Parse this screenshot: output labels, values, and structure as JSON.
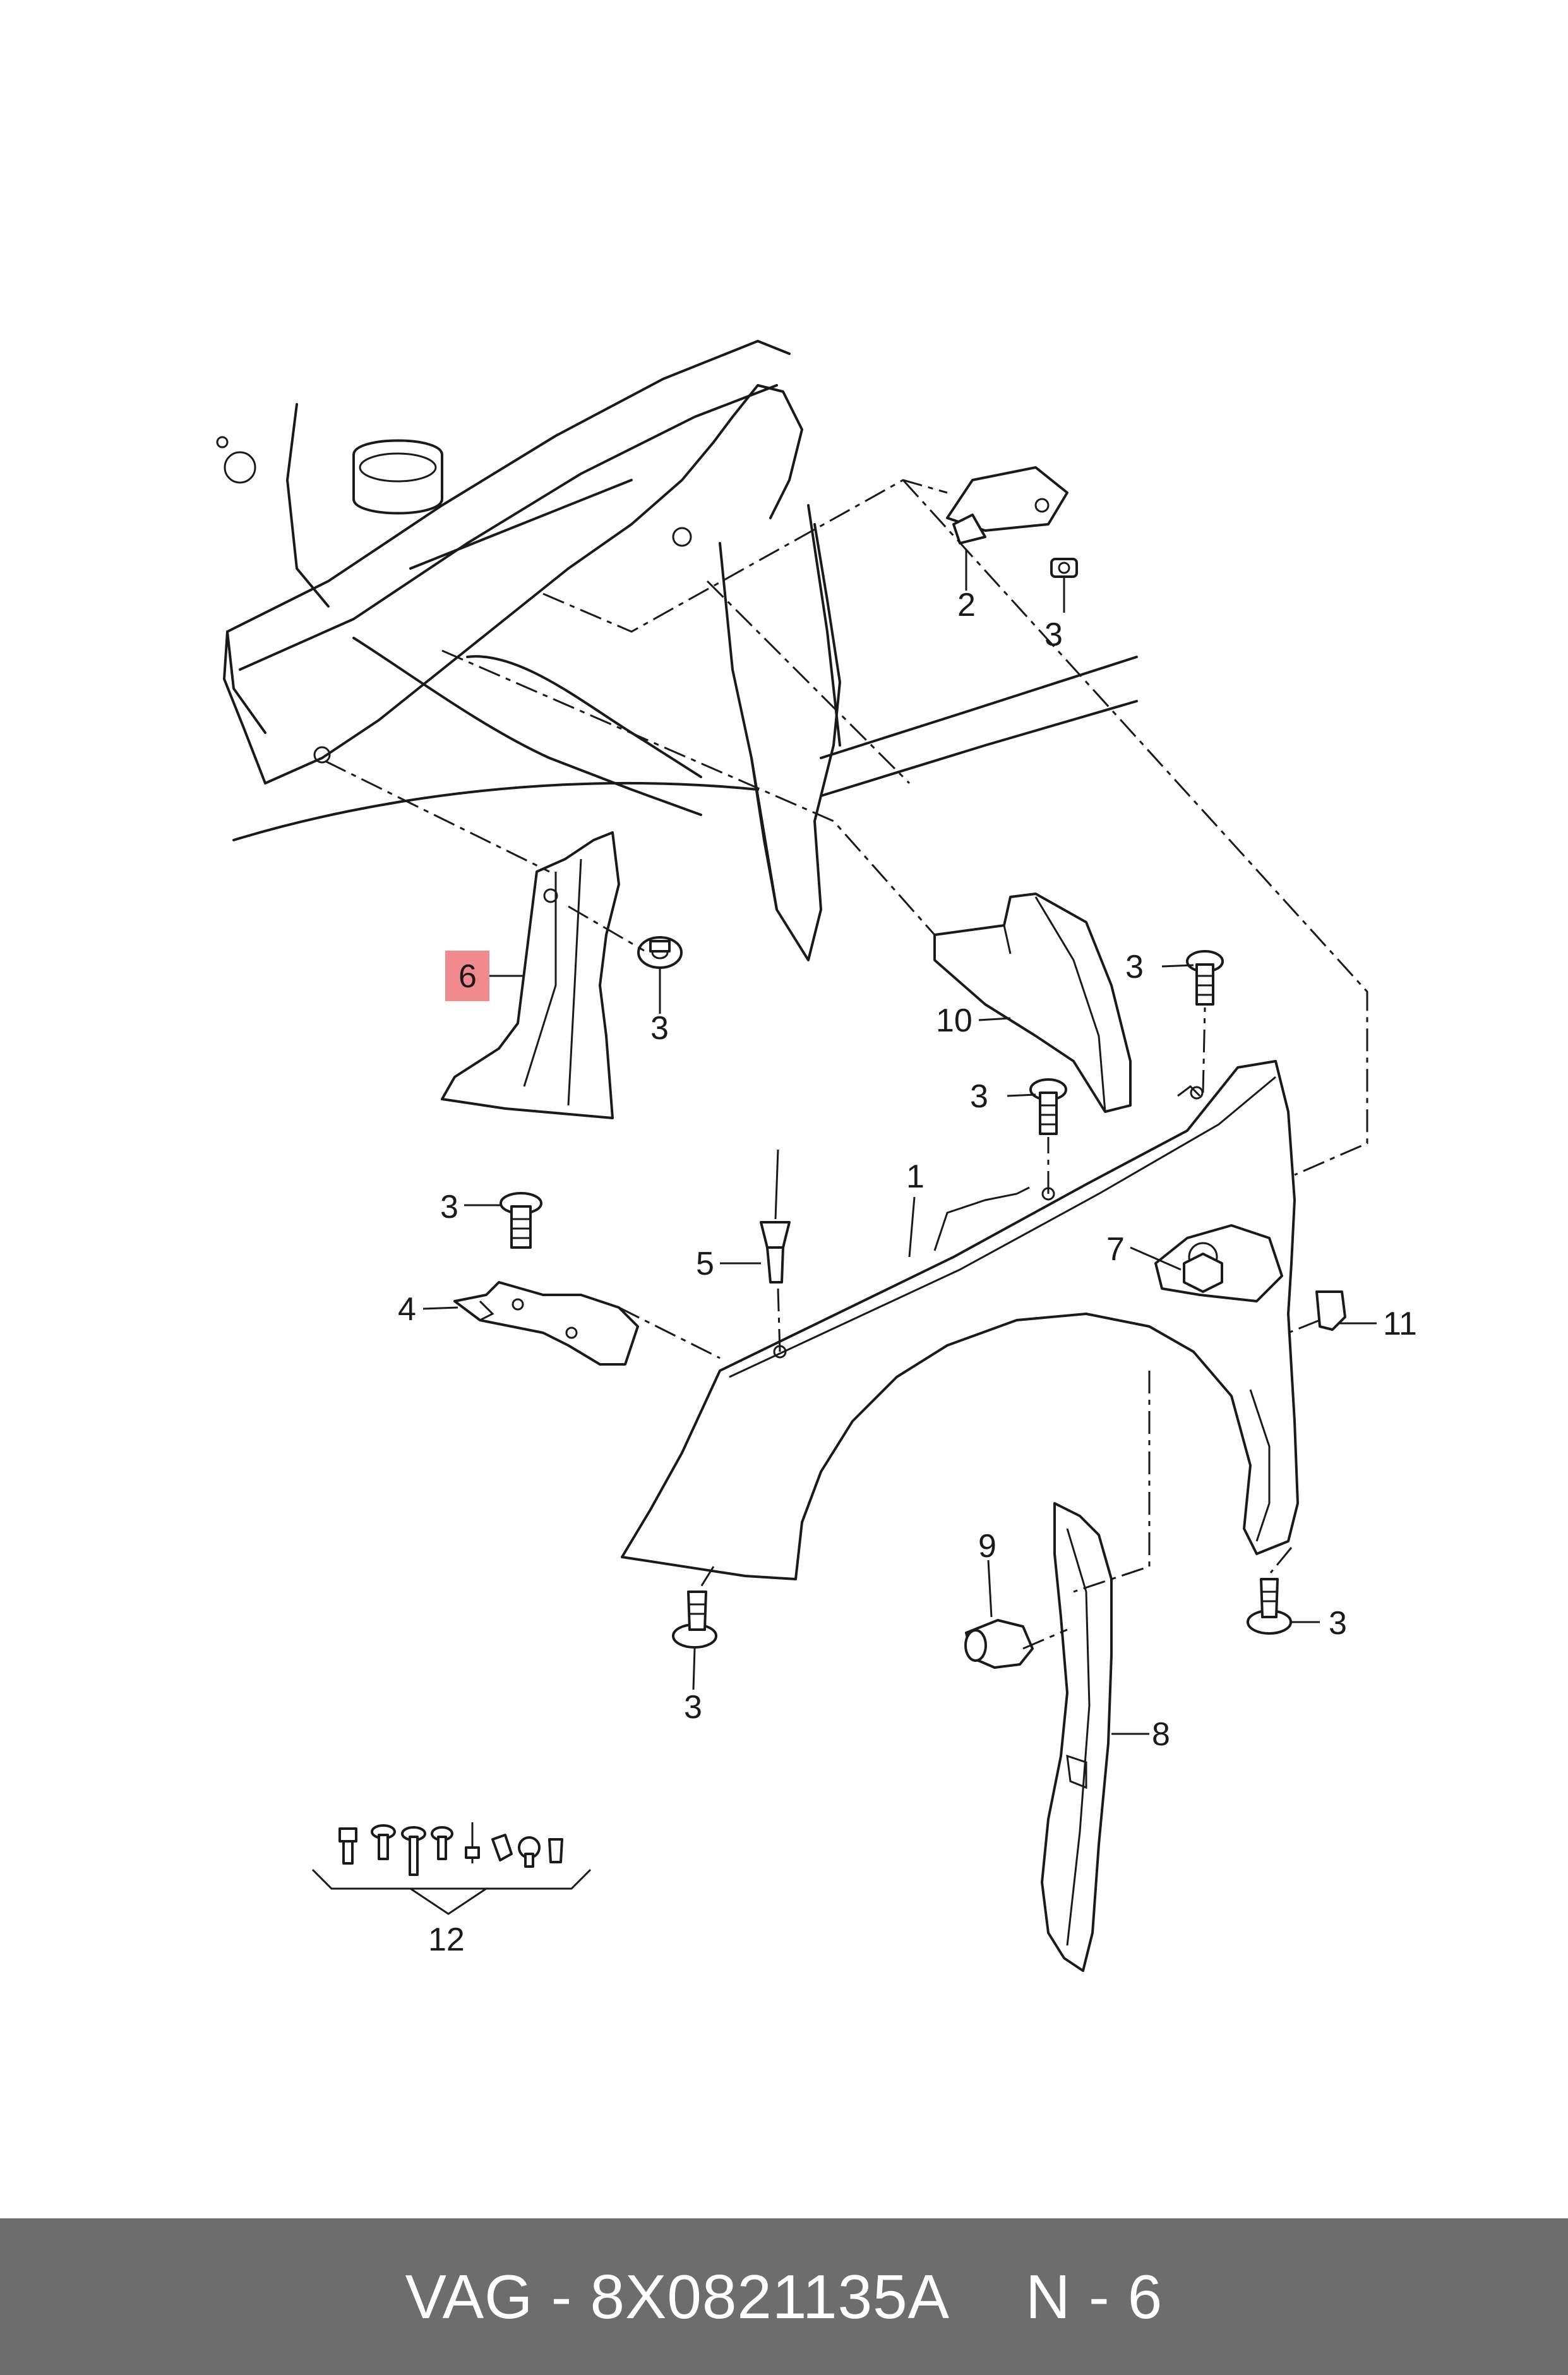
{
  "labels": {
    "l1": "1",
    "l2": "2",
    "l3a": "3",
    "l3b": "3",
    "l3c": "3",
    "l3d": "3",
    "l3e": "3",
    "l3f": "3",
    "l3g": "3",
    "l4": "4",
    "l5": "5",
    "l6": "6",
    "l7": "7",
    "l8": "8",
    "l9": "9",
    "l10": "10",
    "l11": "11",
    "l12": "12"
  },
  "footer": {
    "brand": "VAG",
    "separator": " - ",
    "part_number": "8X0821135A",
    "position": "N - 6"
  },
  "colors": {
    "highlight": "#f08a8f",
    "footer_bg": "#6d6d6d",
    "footer_text": "#ffffff"
  }
}
